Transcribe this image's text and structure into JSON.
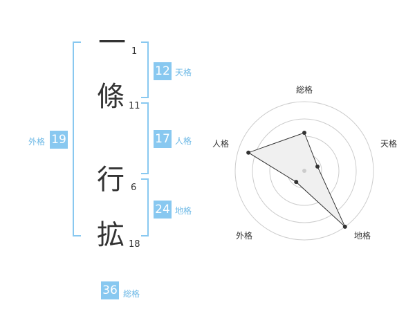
{
  "name": {
    "characters": [
      {
        "kanji": "一",
        "strokes": "1"
      },
      {
        "kanji": "條",
        "strokes": "11"
      },
      {
        "kanji": "行",
        "strokes": "6"
      },
      {
        "kanji": "拡",
        "strokes": "18"
      }
    ]
  },
  "fortunes": {
    "tenkaku": {
      "value": "12",
      "label": "天格"
    },
    "jinkaku": {
      "value": "17",
      "label": "人格"
    },
    "chikaku": {
      "value": "24",
      "label": "地格"
    },
    "gaikaku": {
      "value": "19",
      "label": "外格"
    },
    "soukaku": {
      "value": "36",
      "label": "総格"
    }
  },
  "radar": {
    "axes": [
      "総格",
      "天格",
      "地格",
      "外格",
      "人格"
    ],
    "rings": 4,
    "values": [
      0.55,
      0.2,
      1.0,
      0.2,
      0.85
    ],
    "fill_color": "#f0f0f0",
    "line_color": "#333333"
  }
}
